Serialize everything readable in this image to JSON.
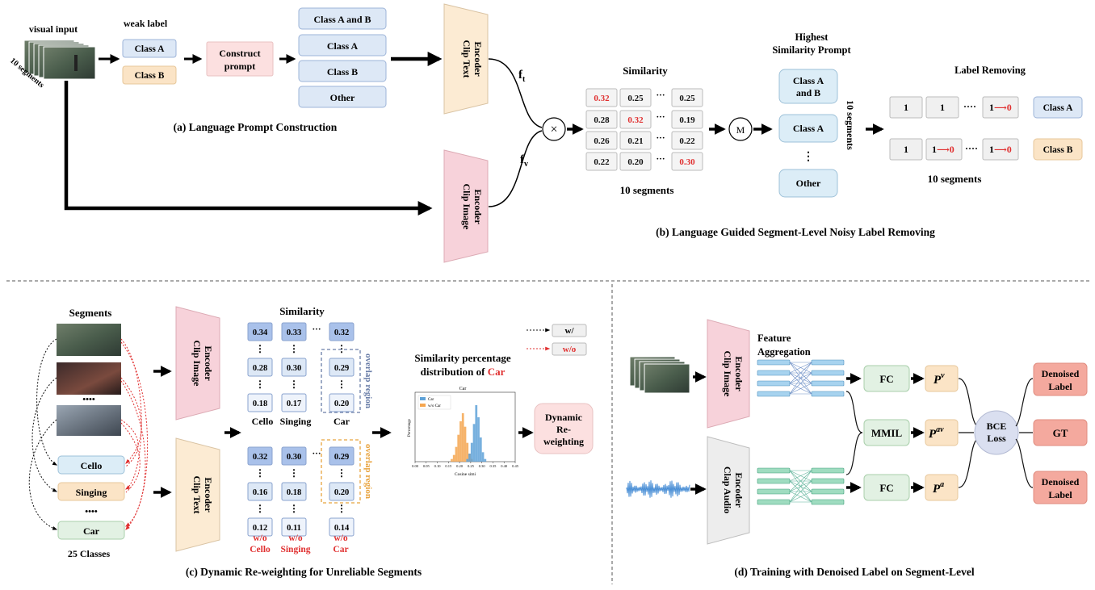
{
  "panel_a": {
    "visual_input": "visual input",
    "ten_segments": "10 segments",
    "weak_label": "weak label",
    "weak_labels": [
      "Class A",
      "Class B"
    ],
    "construct_prompt": [
      "Construct",
      "prompt"
    ],
    "prompts": [
      "Class A and B",
      "Class A",
      "Class B",
      "Other"
    ],
    "clip_text_encoder": [
      "Clip Text",
      "Encoder"
    ],
    "clip_image_encoder": [
      "Clip Image",
      "Encoder"
    ],
    "caption": "(a)   Language Prompt Construction",
    "ft": "f",
    "ft_sub": "t",
    "fv": "f",
    "fv_sub": "v"
  },
  "panel_b": {
    "similarity": "Similarity",
    "multiply": "×",
    "sim_rows": [
      [
        "0.32",
        "0.25",
        "···",
        "0.25"
      ],
      [
        "0.28",
        "0.32",
        "···",
        "0.19"
      ],
      [
        "0.26",
        "0.21",
        "···",
        "0.22"
      ],
      [
        "0.22",
        "0.20",
        "···",
        "0.30"
      ]
    ],
    "ten_segments": "10 segments",
    "m": "M",
    "highest": [
      "Highest",
      "Similarity Prompt"
    ],
    "hp_boxes": [
      "Class A and B",
      "Class A",
      "⋮",
      "Other"
    ],
    "ten_segments_vert": "10 segments",
    "label_removing": "Label Removing",
    "row_a": [
      "1",
      "1",
      "····",
      "1",
      "0"
    ],
    "row_b": [
      "1",
      "1",
      "0",
      "····",
      "1",
      "0"
    ],
    "arrow_glyph": "⟶",
    "class_a": "Class A",
    "class_b": "Class B",
    "ten_segments_bottom": "10 segments",
    "caption": "(b)   Language Guided Segment-Level Noisy Label Removing"
  },
  "panel_c": {
    "segments": "Segments",
    "dots": "••••",
    "classes": [
      "Cello",
      "Singing",
      "••••",
      "Car"
    ],
    "num_classes": "25 Classes",
    "clip_image_encoder": [
      "Clip Image",
      "Encoder"
    ],
    "clip_text_encoder": [
      "Clip Text",
      "Encoder"
    ],
    "similarity": "Similarity",
    "top_grid": [
      [
        "0.34",
        "0.33",
        "···",
        "0.32"
      ],
      [
        "0.28",
        "0.30",
        "0.29"
      ],
      [
        "0.18",
        "0.17",
        "0.20"
      ]
    ],
    "col_labels": [
      "Cello",
      "Singing",
      "Car"
    ],
    "bottom_grid": [
      [
        "0.32",
        "0.30",
        "···",
        "0.29"
      ],
      [
        "0.16",
        "0.18",
        "0.20"
      ],
      [
        "0.12",
        "0.11",
        "0.14"
      ]
    ],
    "wo_labels": [
      "w/o",
      "Cello",
      "w/o",
      "Singing",
      "w/o",
      "Car"
    ],
    "overlap_region": "overlap region",
    "legend_w": "w/",
    "legend_wo": "w/o",
    "dist_title": [
      "Similarity percentage",
      "distribution of "
    ],
    "dist_title_red": "Car",
    "dynamic": [
      "Dynamic",
      "Re-",
      "weighting"
    ],
    "caption": "(c)   Dynamic Re-weighting for Unreliable Segments"
  },
  "chart_data": {
    "type": "bar",
    "title": "Car",
    "xlabel": "Cosine simi",
    "ylabel": "Percentage",
    "xlim": [
      0.0,
      0.45
    ],
    "x_ticks": [
      "0.00",
      "0.05",
      "0.10",
      "0.15",
      "0.20",
      "0.25",
      "0.30",
      "0.35",
      "0.40",
      "0.45"
    ],
    "series": [
      {
        "name": "Car",
        "color": "#5fa2d8",
        "x": [
          0.235,
          0.245,
          0.255,
          0.265,
          0.275,
          0.285,
          0.295,
          0.305,
          0.315
        ],
        "values": [
          2,
          6,
          14,
          28,
          42,
          33,
          18,
          7,
          2
        ]
      },
      {
        "name": "w/o Car",
        "color": "#f5a650",
        "x": [
          0.165,
          0.175,
          0.185,
          0.195,
          0.205,
          0.215,
          0.225,
          0.235,
          0.245,
          0.255
        ],
        "values": [
          2,
          5,
          11,
          20,
          30,
          36,
          26,
          14,
          6,
          2
        ]
      }
    ]
  },
  "panel_d": {
    "clip_image_encoder": [
      "Clip Image",
      "Encoder"
    ],
    "clap_audio_encoder": [
      "Clap Audio",
      "Encoder"
    ],
    "feature_aggregation": [
      "Feature",
      "Aggregation"
    ],
    "fc": "FC",
    "mmil": "MMIL",
    "p": "P",
    "pv_sup": "v",
    "pav_sup": "av",
    "pa_sup": "a",
    "bce": [
      "BCE",
      "Loss"
    ],
    "denoised": [
      "Denoised",
      "Label"
    ],
    "gt": "GT",
    "caption": "(d)   Training with Denoised Label on Segment-Level"
  },
  "colors": {
    "blue_box": "#dde8f6",
    "blue_border": "#9db4d8",
    "orange_box": "#fbe4c6",
    "pink_box": "#fce0e0",
    "text_enc": "#fcebd3",
    "img_enc": "#f7d2da",
    "grey_enc": "#ededed",
    "sim_blue": "#a9c1ea",
    "light_cyan": "#dcedf7",
    "green_box": "#e2f1e3",
    "gt_red": "#f4a99e",
    "bce": "#dadff0",
    "red": "#e03030",
    "c_dash_blue": "#6a7ea8",
    "c_dash_orange": "#e8a33e"
  }
}
